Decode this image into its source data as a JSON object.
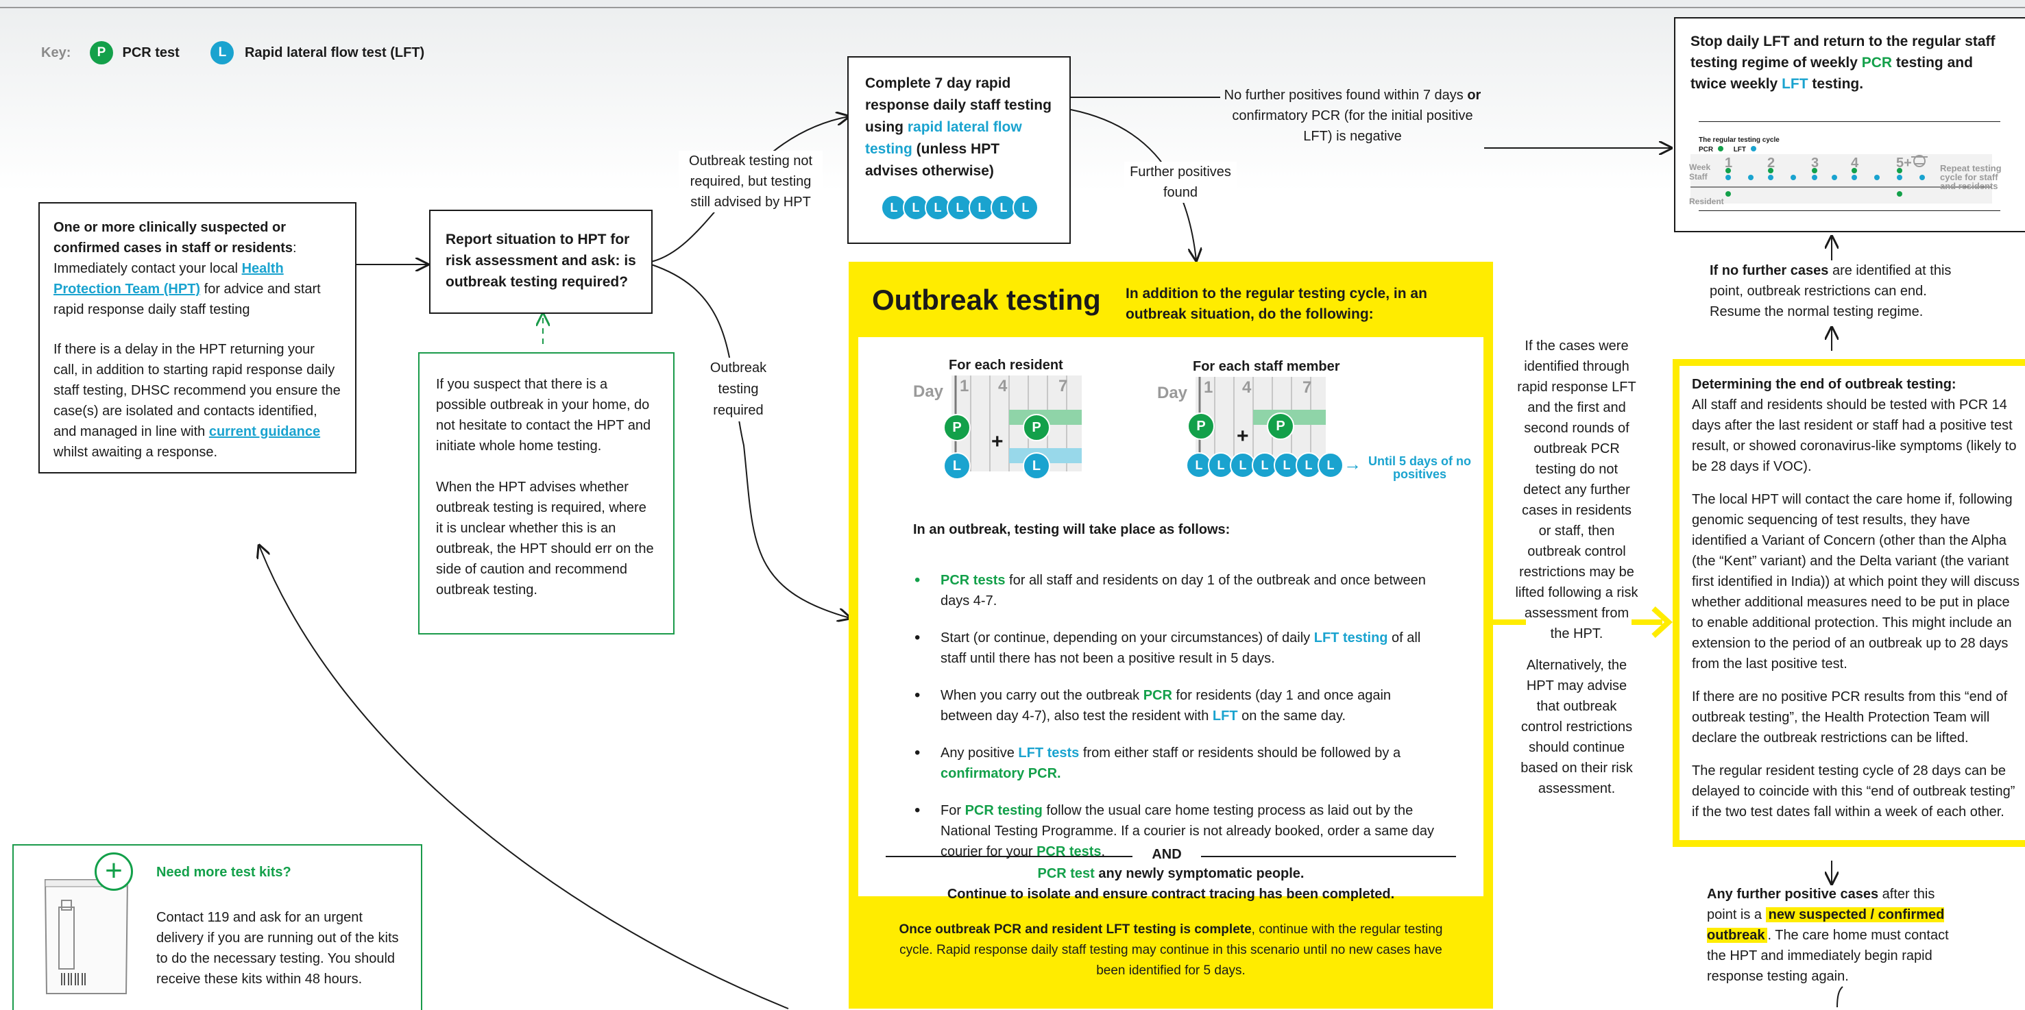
{
  "key": {
    "label": "Key:",
    "p_letter": "P",
    "p_label": "PCR test",
    "l_letter": "L",
    "l_label": "Rapid lateral flow test (LFT)"
  },
  "box1": {
    "bold": "One or more clinically suspected or confirmed cases in staff or residents",
    "colon": ":",
    "t1": " Immediately contact your local ",
    "link1": "Health Protection Team (HPT)",
    "t2": " for advice and start rapid response daily staff testing",
    "p2a": "If there is a delay in the HPT returning your call, in addition to starting rapid response daily staff testing, DHSC recommend you ensure the case(s) are isolated and contacts identified, and managed in line with ",
    "link2": "current guidance",
    "p2b": " whilst awaiting a response."
  },
  "box2": {
    "text": "Report situation to HPT for risk assessment and ask: is outbreak testing required?"
  },
  "box3": {
    "p1": "If you suspect that there is a possible outbreak in your home, do not hesitate to contact the HPT and initiate whole home testing.",
    "p2": "When the HPT advises whether outbreak testing is required, where it is unclear whether this is an outbreak, the HPT should err on the side of caution and recommend outbreak testing."
  },
  "label_not_required": "Outbreak testing not required, but testing still advised by HPT",
  "label_required": "Outbreak testing required",
  "box4": {
    "t1": "Complete 7 day rapid response daily staff testing using ",
    "blue": "rapid lateral flow testing",
    "t2": "  (unless HPT advises otherwise)",
    "l_letter": "L"
  },
  "label_no_further": {
    "a": "No further positives found within 7 days ",
    "or": "or",
    "b": " confirmatory PCR (for the initial positive LFT) is negative"
  },
  "label_further": "Further positives found",
  "outbreak": {
    "title": "Outbreak testing",
    "subtitle": "In addition to the regular testing cycle, in an outbreak situation, do the following:",
    "resident_title": "For each resident",
    "staff_title": "For each staff member",
    "day_label": "Day",
    "day1": "1",
    "day4": "4",
    "day7": "7",
    "plus": "+",
    "p_letter": "P",
    "l_letter": "L",
    "until": "Until 5 days of no positives",
    "as_follows": "In an outbreak, testing will take place as follows:",
    "b1_green": "PCR tests",
    "b1_rest": " for all staff and residents on day 1 of the outbreak and once between days 4-7.",
    "b2_a": "Start (or continue, depending on your circumstances) of daily ",
    "b2_blue": "LFT testing",
    "b2_b": " of all staff until there has not been a positive result in 5 days.",
    "b3_a": "When you carry out the outbreak ",
    "b3_green": "PCR",
    "b3_b": " for residents (day 1 and once again between day 4-7), also test the resident with ",
    "b3_blue": "LFT",
    "b3_c": " on the same day.",
    "b4_a": "Any positive ",
    "b4_blue": "LFT tests",
    "b4_b": " from either staff or residents should be followed by a ",
    "b4_green": "confirmatory PCR.",
    "b5_a": "For ",
    "b5_green": "PCR testing",
    "b5_b": " follow the usual care home testing process as laid out by the National Testing Programme. If a courier is not already booked, order a same day courier for your ",
    "b5_green2": "PCR tests",
    "b5_c": ".",
    "and": "AND",
    "pcr_new_green": "PCR test",
    "pcr_new_rest": " any newly symptomatic people.",
    "continue": "Continue to isolate and ensure contract tracing has been completed.",
    "footer_bold": "Once outbreak PCR and resident LFT testing is complete",
    "footer_rest": ", continue with the regular testing cycle. Rapid response daily staff testing may continue in this scenario until no new cases have been identified for 5 days."
  },
  "middle_text": {
    "p1": "If the cases were identified through rapid response LFT and the first and second rounds of outbreak PCR testing do not detect any further cases in residents or staff, then outbreak control restrictions may be lifted following a risk assessment from the HPT.",
    "p2": "Alternatively, the HPT may advise that outbreak control restrictions should continue based on their risk assessment."
  },
  "stop_box": {
    "t1": "Stop daily LFT and return to the regular staff testing regime of weekly ",
    "green": "PCR",
    "t2": " testing and twice weekly ",
    "blue": "LFT",
    "t3": " testing.",
    "cycle_title": "The regular testing cycle",
    "cycle_pcr": "PCR",
    "cycle_lft": "LFT",
    "week": "Week",
    "staff": "Staff",
    "resident": "Resident",
    "w1": "1",
    "w2": "2",
    "w3": "3",
    "w4": "4",
    "w5": "5+",
    "repeat": "Repeat testing cycle for staff and residents"
  },
  "no_further_cases": {
    "bold": "If no further cases",
    "rest": " are identified at this point, outbreak restrictions can end. Resume the normal testing regime."
  },
  "end_box": {
    "title": "Determining the end of outbreak testing:",
    "p1": "All staff and residents should be tested with PCR 14 days after the last resident or staff had a positive test result, or showed coronavirus-like symptoms (likely to be 28 days if VOC).",
    "p2": "The local HPT will contact the care home if, following genomic sequencing of test results, they have identified a Variant of Concern (other than the Alpha (the “Kent” variant) and the Delta variant (the variant first identified in India)) at which point they will discuss whether additional measures need to be put in place to enable additional protection. This might include an extension to the period of an outbreak up to 28 days from the last positive test.",
    "p3": "If there are no positive PCR results from this “end of outbreak testing”, the Health Protection Team will declare the outbreak restrictions can be lifted.",
    "p4": "The regular resident testing cycle of 28 days can be delayed to coincide with this “end of outbreak testing” if the two test dates fall within a week of each other."
  },
  "further_positive": {
    "bold": "Any further positive cases",
    "t1": " after this point is a ",
    "hl": "new suspected / confirmed outbreak",
    "t2": ". The care home must contact the HPT and immediately begin rapid response testing again."
  },
  "kits": {
    "title": "Need more test kits?",
    "body": "Contact 119 and ask for an urgent delivery if you are running out of the kits to do the necessary testing. You should receive these kits within 48 hours.",
    "plus": "+"
  }
}
